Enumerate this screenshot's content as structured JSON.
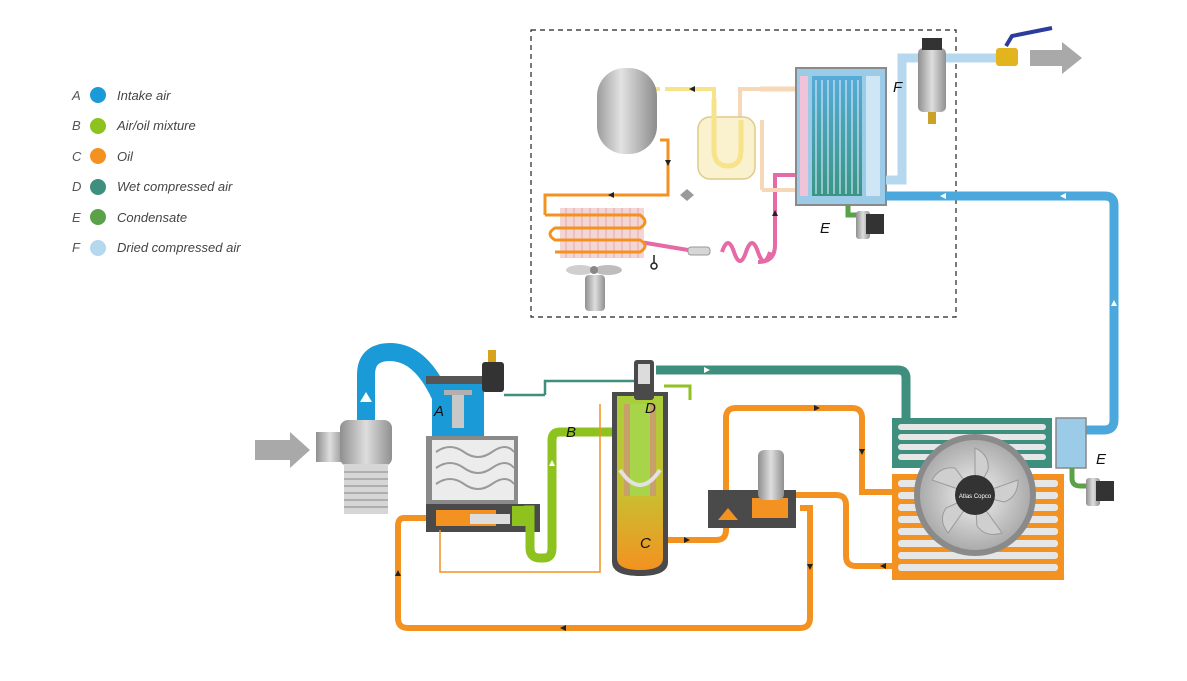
{
  "legend": [
    {
      "letter": "A",
      "label": "Intake air",
      "color": "#1a9ad6"
    },
    {
      "letter": "B",
      "label": "Air/oil mixture",
      "color": "#8dc21f"
    },
    {
      "letter": "C",
      "label": "Oil",
      "color": "#f39220"
    },
    {
      "letter": "D",
      "label": "Wet compressed air",
      "color": "#3f8f7f"
    },
    {
      "letter": "E",
      "label": "Condensate",
      "color": "#5aa24a"
    },
    {
      "letter": "F",
      "label": "Dried compressed air",
      "color": "#b5d8ee"
    }
  ],
  "callouts": {
    "a": "A",
    "b": "B",
    "c": "C",
    "d": "D",
    "e_dryer": "E",
    "e_cooler": "E",
    "f": "F"
  },
  "brand_badge": "Atlas Copco",
  "colors": {
    "intake_air": "#1a9ad6",
    "air_oil": "#8dc21f",
    "oil": "#f39220",
    "wet_air": "#3f8f7f",
    "condensate": "#5aa24a",
    "dried_air": "#b5d8ee",
    "refrigerant_hot": "#e56aa6",
    "refrigerant_warm": "#f7e38a",
    "refrigerant_cool": "#f6d7b8"
  }
}
